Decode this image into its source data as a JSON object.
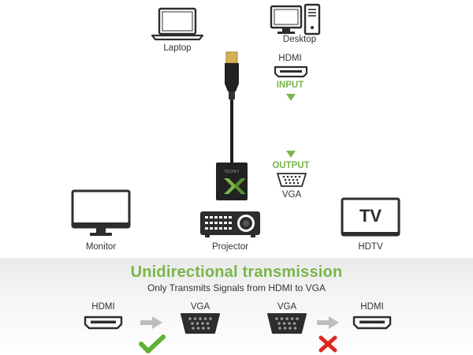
{
  "devices": {
    "laptop": "Laptop",
    "desktop": "Desktop",
    "monitor": "Monitor",
    "projector": "Projector",
    "hdtv": "HDTV",
    "tv_screen_text": "TV"
  },
  "adapter": {
    "input_port": "HDMI",
    "input_label": "INPUT",
    "output_label": "OUTPUT",
    "output_port": "VGA",
    "brand_mark": "TECHLY"
  },
  "banner": {
    "title": "Unidirectional transmission",
    "subtitle": "Only Transmits Signals from HDMI to VGA"
  },
  "examples": [
    {
      "from": "HDMI",
      "to": "VGA",
      "result": "check-icon"
    },
    {
      "from": "VGA",
      "to": "HDMI",
      "result": "cross-icon"
    }
  ],
  "colors": {
    "accent_green": "#7ab648",
    "cross_red": "#e0281f",
    "device_dark": "#2d2d2d",
    "arrow_gray": "#bdbdbd"
  }
}
